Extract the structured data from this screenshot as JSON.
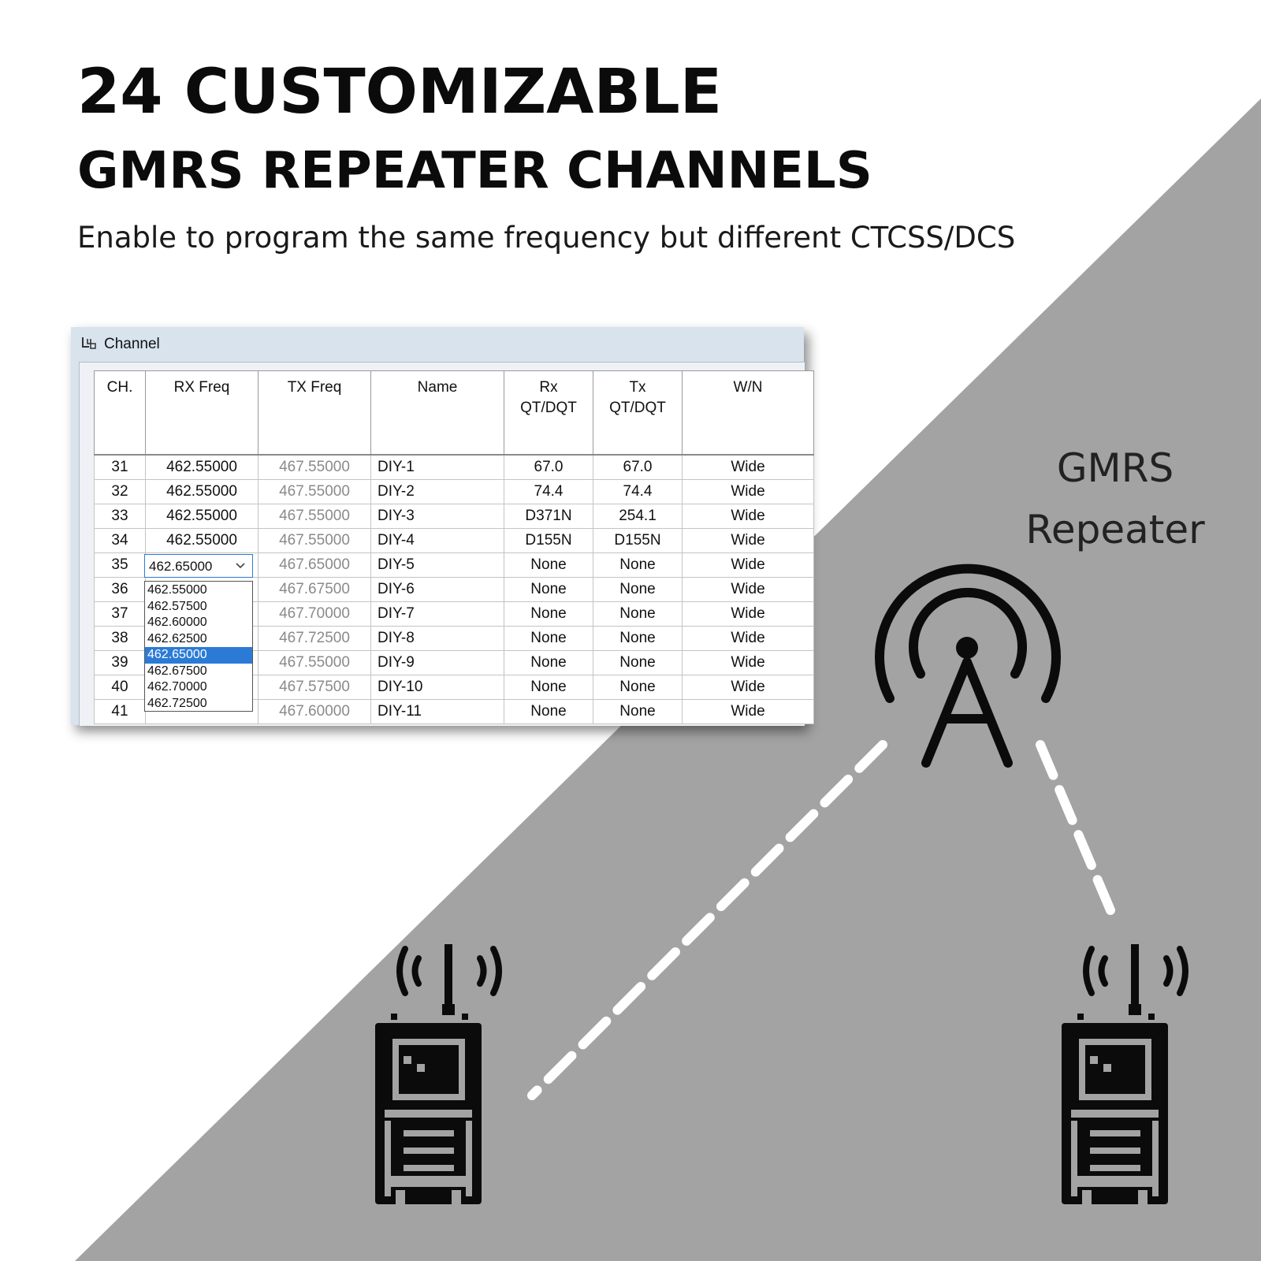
{
  "headline": {
    "line1": "24 CUSTOMIZABLE",
    "line2": "GMRS REPEATER CHANNELS",
    "subtitle": "Enable to program the same frequency but different CTCSS/DCS"
  },
  "window": {
    "title": "Channel",
    "columns": [
      "CH.",
      "RX Freq",
      "TX Freq",
      "Name",
      "Rx\nQT/DQT",
      "Tx\nQT/DQT",
      "W/N"
    ],
    "rows": [
      {
        "ch": "31",
        "rx": "462.55000",
        "tx": "467.55000",
        "name": "DIY-1",
        "rxqt": "67.0",
        "txqt": "67.0",
        "wn": "Wide"
      },
      {
        "ch": "32",
        "rx": "462.55000",
        "tx": "467.55000",
        "name": "DIY-2",
        "rxqt": "74.4",
        "txqt": "74.4",
        "wn": "Wide"
      },
      {
        "ch": "33",
        "rx": "462.55000",
        "tx": "467.55000",
        "name": "DIY-3",
        "rxqt": "D371N",
        "txqt": "254.1",
        "wn": "Wide"
      },
      {
        "ch": "34",
        "rx": "462.55000",
        "tx": "467.55000",
        "name": "DIY-4",
        "rxqt": "D155N",
        "txqt": "D155N",
        "wn": "Wide"
      },
      {
        "ch": "35",
        "rx": "",
        "tx": "467.65000",
        "name": "DIY-5",
        "rxqt": "None",
        "txqt": "None",
        "wn": "Wide"
      },
      {
        "ch": "36",
        "rx": "",
        "tx": "467.67500",
        "name": "DIY-6",
        "rxqt": "None",
        "txqt": "None",
        "wn": "Wide"
      },
      {
        "ch": "37",
        "rx": "",
        "tx": "467.70000",
        "name": "DIY-7",
        "rxqt": "None",
        "txqt": "None",
        "wn": "Wide"
      },
      {
        "ch": "38",
        "rx": "",
        "tx": "467.72500",
        "name": "DIY-8",
        "rxqt": "None",
        "txqt": "None",
        "wn": "Wide"
      },
      {
        "ch": "39",
        "rx": "",
        "tx": "467.55000",
        "name": "DIY-9",
        "rxqt": "None",
        "txqt": "None",
        "wn": "Wide"
      },
      {
        "ch": "40",
        "rx": "",
        "tx": "467.57500",
        "name": "DIY-10",
        "rxqt": "None",
        "txqt": "None",
        "wn": "Wide"
      },
      {
        "ch": "41",
        "rx": "",
        "tx": "467.60000",
        "name": "DIY-11",
        "rxqt": "None",
        "txqt": "None",
        "wn": "Wide"
      }
    ],
    "combo": {
      "value": "462.65000",
      "options": [
        "462.55000",
        "462.57500",
        "462.60000",
        "462.62500",
        "462.65000",
        "462.67500",
        "462.70000",
        "462.72500"
      ],
      "selected_index": 4
    }
  },
  "diagram": {
    "label_line1": "GMRS",
    "label_line2": "Repeater",
    "icons": [
      "repeater-tower-icon",
      "radio-handset-icon",
      "radio-handset-icon"
    ]
  },
  "colors": {
    "background_gray": "#a3a3a3",
    "selection_blue": "#2b7bd6",
    "icon_black": "#0b0b0b",
    "link_white": "#ffffff"
  }
}
